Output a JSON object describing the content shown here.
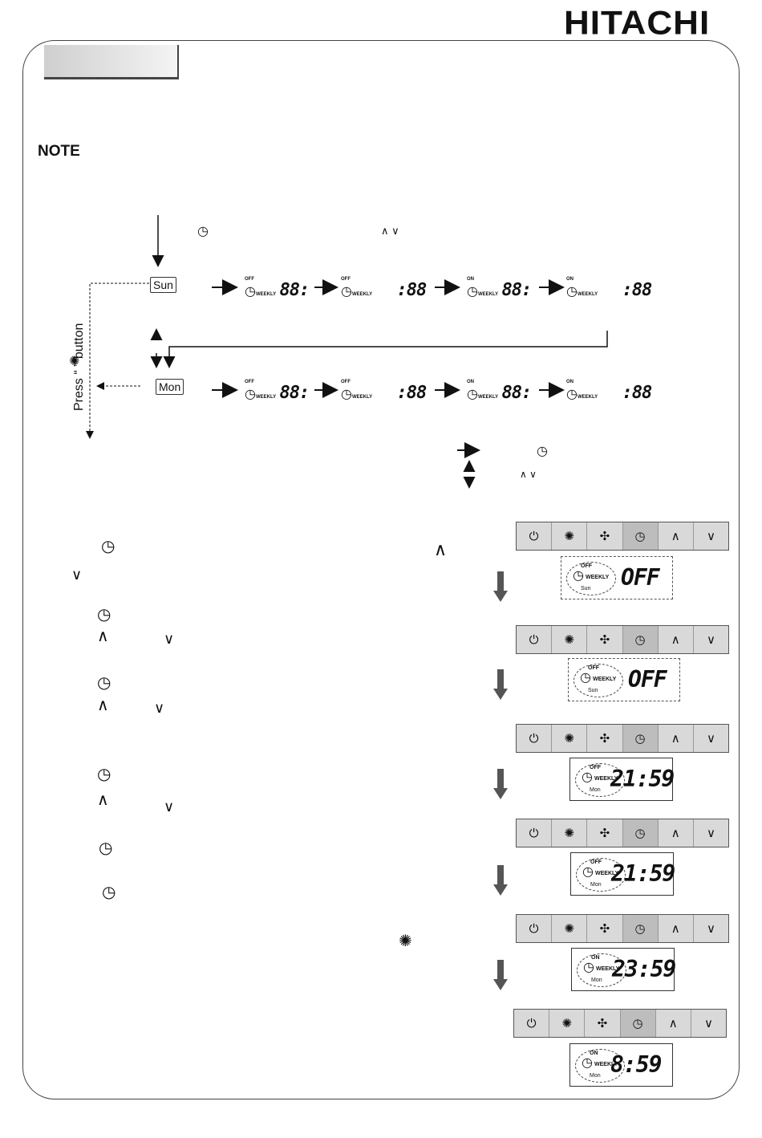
{
  "header": {
    "brand": "HITACHI"
  },
  "note_label": "NOTE",
  "flow": {
    "days": [
      "Sun",
      "Mon"
    ],
    "off_label": "OFF",
    "on_label": "ON",
    "weekly_label": "WEEKLY",
    "digits": "88",
    "colon_digits": ":88",
    "digits_colon": "88:",
    "press_label": "Press “  ” button"
  },
  "legend": {
    "arrow_right": "→",
    "arrow_updown": "↕"
  },
  "control_bar": {
    "buttons": [
      "power-icon",
      "mode-icon",
      "fan-icon",
      "timer-icon",
      "up-icon",
      "down-icon"
    ]
  },
  "steps": [
    {
      "state": "OFF",
      "day": "Sun",
      "value": "OFF"
    },
    {
      "state": "OFF",
      "day": "Sun",
      "value": "OFF"
    },
    {
      "state": "OFF",
      "day": "Mon",
      "value": "21:59"
    },
    {
      "state": "OFF",
      "day": "Mon",
      "value": "21:59"
    },
    {
      "state": "ON",
      "day": "Mon",
      "value": "23:59"
    },
    {
      "state": "ON",
      "day": "Mon",
      "value": "8:59"
    }
  ]
}
